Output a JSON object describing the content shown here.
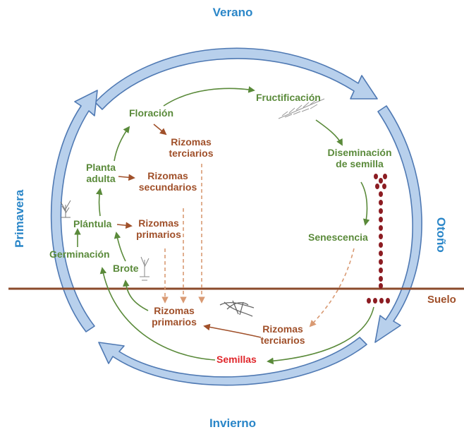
{
  "colors": {
    "season_text": "#2a86c8",
    "ring_fill": "#b8d0ec",
    "ring_stroke": "#4f79b3",
    "stage_green": "#5a8a3a",
    "rhizome_brown": "#a0502a",
    "seeds_red": "#e0262b",
    "soil_line": "#8b4a2b",
    "seed_dot": "#8c1c22"
  },
  "seasons": {
    "summer": "Verano",
    "autumn": "Otoño",
    "winter": "Invierno",
    "spring": "Primavera"
  },
  "soil": {
    "label": "Suelo"
  },
  "stages": {
    "flowering": "Floración",
    "fruiting": "Fructificación",
    "dissemination_1": "Diseminación",
    "dissemination_2": "de semilla",
    "senescence": "Senescencia",
    "adult_1": "Planta",
    "adult_2": "adulta",
    "seedling": "Plántula",
    "germination": "Germinación",
    "sprout": "Brote"
  },
  "rhizomes": {
    "tertiary_top_1": "Rizomas",
    "tertiary_top_2": "terciarios",
    "secondary_1": "Rizomas",
    "secondary_2": "secundarios",
    "primary_top_1": "Rizomas",
    "primary_top_2": "primarios",
    "primary_bottom_1": "Rizomas",
    "primary_bottom_2": "primarios",
    "tertiary_bottom_1": "Rizomas",
    "tertiary_bottom_2": "terciarios"
  },
  "seeds": {
    "label": "Semillas"
  }
}
